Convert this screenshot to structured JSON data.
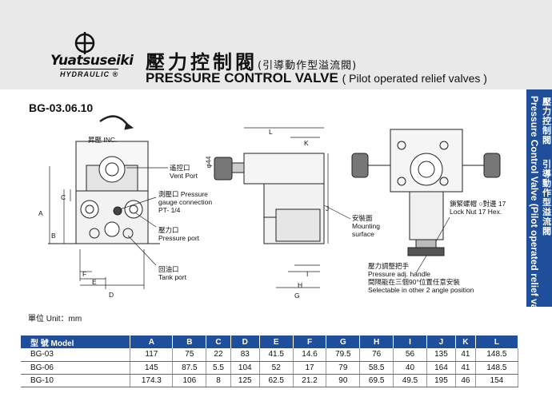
{
  "header": {
    "brand": "Yuatsuseiki",
    "brand_sub": "HYDRAULIC ®",
    "title_cn": "壓力控制閥",
    "title_cn_sub": "(引導動作型溢流閥)",
    "title_en": "PRESSURE CONTROL VALVE",
    "title_en_sub": "( Pilot operated relief valves )"
  },
  "side_tab": {
    "cn": "壓力控制閥",
    "en": "Pressure Control Valve (Pilot operated relief valves)",
    "cn_sub": "引導動作型溢流閥"
  },
  "model_code": "BG-03.06.10",
  "labels": {
    "inc": "昇壓 INC.",
    "vent": "遙控口\nVent Port",
    "gauge": "測壓口 Pressure\ngauge connection\nPT- 1/4",
    "pport": "壓力口\nPressure port",
    "tport": "回油口\nTank port",
    "mount": "安裝面\nMounting\nsurface",
    "locknut": "鎖緊螺帽 ○對邊 17\nLock Nut 17 Hex.",
    "handle": "壓力調整把手\nPressure adj. handle\n間隔能在三個90°位置任意安裝\nSelectable in other 2 angle position",
    "dimA": "A",
    "dimB": "B",
    "dimC": "C",
    "dimD": "D",
    "dimE": "E",
    "dimF": "F",
    "dimG": "G",
    "dimH": "H",
    "dimI": "I",
    "dimJ": "J",
    "dimK": "K",
    "dimL": "L",
    "phi44": "φ44"
  },
  "unit_label": "單位 Unit：mm",
  "table": {
    "headers": [
      "型 號 Model",
      "A",
      "B",
      "C",
      "D",
      "E",
      "F",
      "G",
      "H",
      "I",
      "J",
      "K",
      "L"
    ],
    "rows": [
      [
        "BG-03",
        "117",
        "75",
        "22",
        "83",
        "41.5",
        "14.6",
        "79.5",
        "76",
        "56",
        "135",
        "41",
        "148.5"
      ],
      [
        "BG-06",
        "145",
        "87.5",
        "5.5",
        "104",
        "52",
        "17",
        "79",
        "58.5",
        "40",
        "164",
        "41",
        "148.5"
      ],
      [
        "BG-10",
        "174.3",
        "106",
        "8",
        "125",
        "62.5",
        "21.2",
        "90",
        "69.5",
        "49.5",
        "195",
        "46",
        "154"
      ]
    ]
  },
  "colors": {
    "accent": "#1f4e9b",
    "header_bg": "#e9e9e9"
  }
}
